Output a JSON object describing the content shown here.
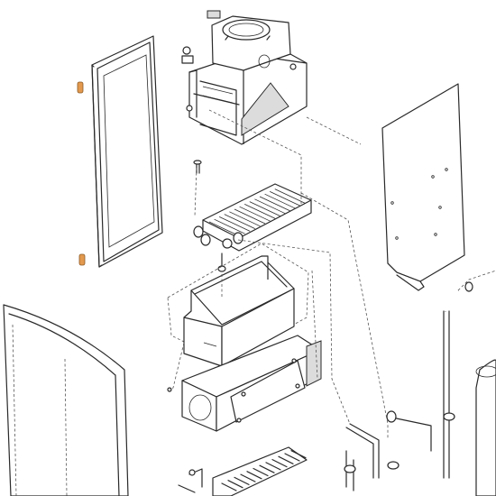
{
  "diagram": {
    "type": "exploded-parts-view",
    "accent_color": "#e39a4f",
    "line_color": "#2a2a2a",
    "parts": [
      "front-cover-panel",
      "fan-hood-assembly",
      "side-panel-right",
      "heat-exchanger",
      "combustion-chamber",
      "burner-housing",
      "burner",
      "left-curved-panel",
      "expansion-vessel",
      "water-pipes"
    ]
  }
}
